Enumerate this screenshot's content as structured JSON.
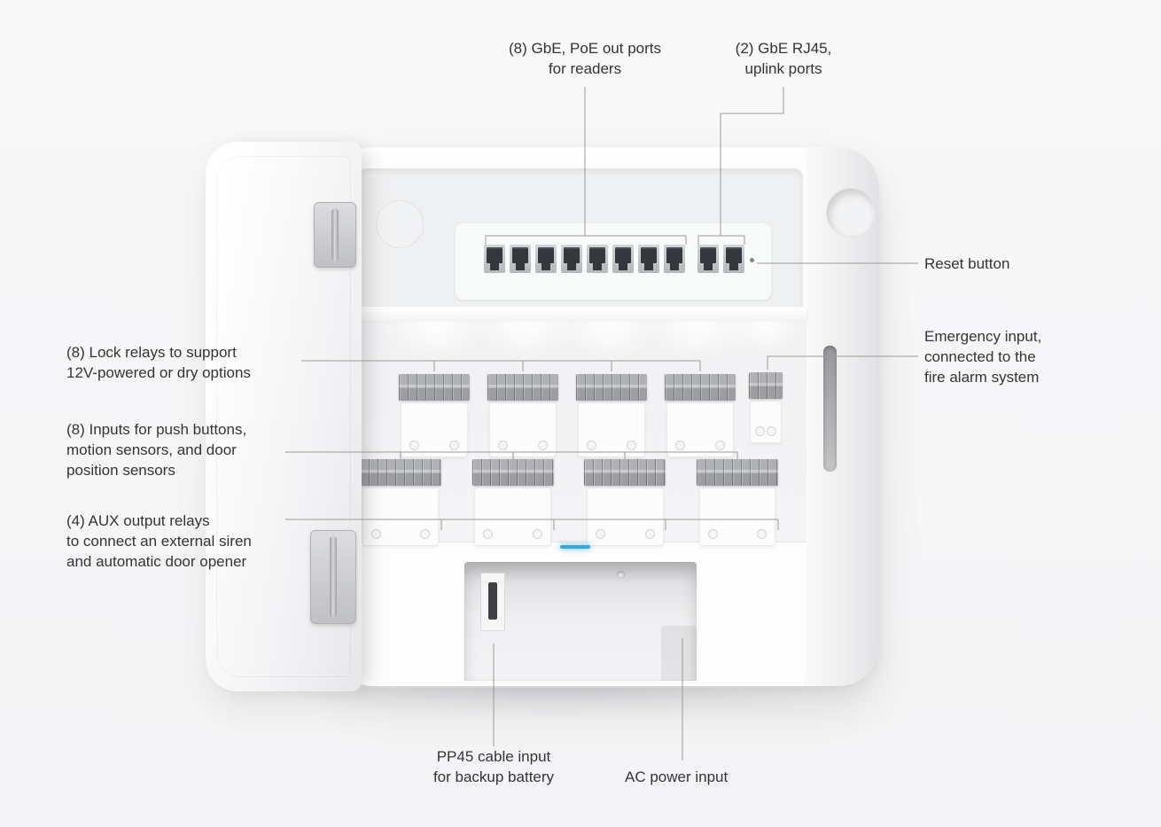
{
  "page": {
    "background": "#f7f7f8",
    "line_color": "#9a9a9b",
    "text_color": "#333436"
  },
  "annotations": {
    "poe_ports": {
      "text": "(8) GbE, PoE out ports\nfor readers"
    },
    "uplink_ports": {
      "text": "(2) GbE RJ45,\nuplink ports"
    },
    "reset_button": {
      "text": "Reset button"
    },
    "emergency_input": {
      "text": "Emergency input,\nconnected to the\nfire alarm system"
    },
    "lock_relays": {
      "text": "(8) Lock relays to support\n12V-powered or dry options"
    },
    "inputs": {
      "text": "(8) Inputs for push buttons,\nmotion sensors, and door\nposition sensors"
    },
    "aux_relays": {
      "text": "(4) AUX output relays\nto connect an external siren\nand automatic door opener"
    },
    "battery_input": {
      "text": "PP45 cable input\nfor backup battery"
    },
    "ac_power": {
      "text": "AC power input"
    }
  },
  "device": {
    "poe_port_count": 8,
    "uplink_port_count": 2,
    "lock_relay_groups": 4,
    "input_groups": 4,
    "emergency_terminal_blocks": 1,
    "led_color": "#3aa7e0"
  }
}
